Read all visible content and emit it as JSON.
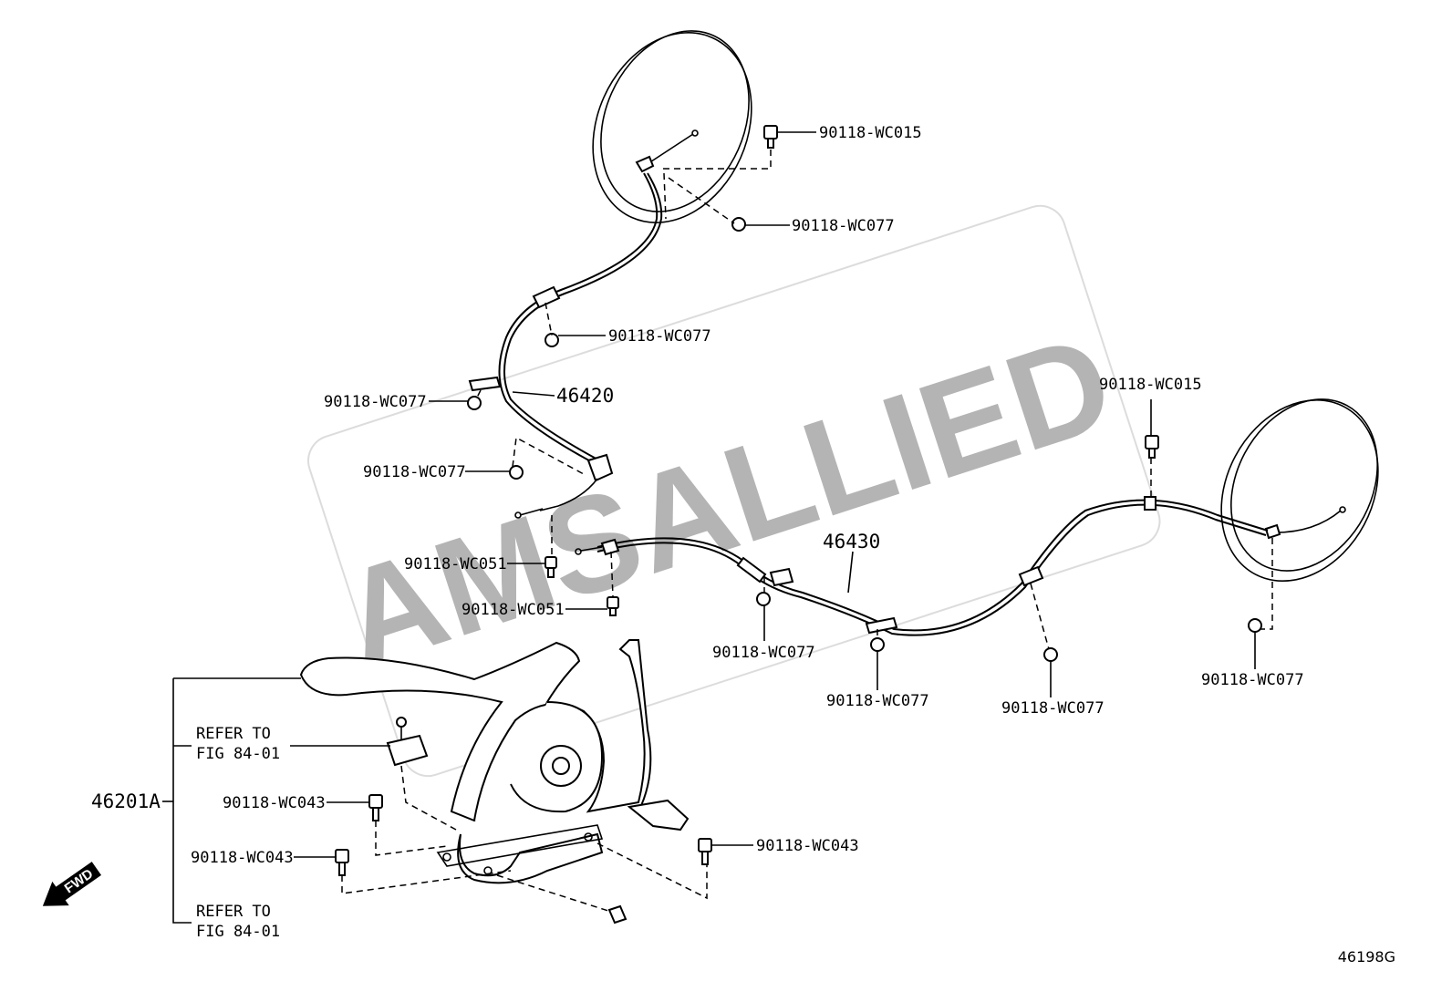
{
  "watermark": "AMSALLIED",
  "figure_code": "46198G",
  "fwd": "FWD",
  "refer_line1": "REFER TO",
  "refer_line2": "FIG 84-01",
  "labels": {
    "c1": "90118-WC015",
    "c2": "90118-WC077",
    "c3": "90118-WC077",
    "c4": "90118-WC077",
    "c5": "90118-WC077",
    "c6": "90118-WC051",
    "c7": "90118-WC051",
    "c8": "90118-WC077",
    "c9": "90118-WC077",
    "c10": "90118-WC077",
    "c11": "90118-WC015",
    "c12": "90118-WC077",
    "c13": "90118-WC043",
    "c14": "90118-WC043",
    "c15": "90118-WC043"
  },
  "parts": {
    "p46420": "46420",
    "p46430": "46430",
    "p46201A": "46201A"
  }
}
